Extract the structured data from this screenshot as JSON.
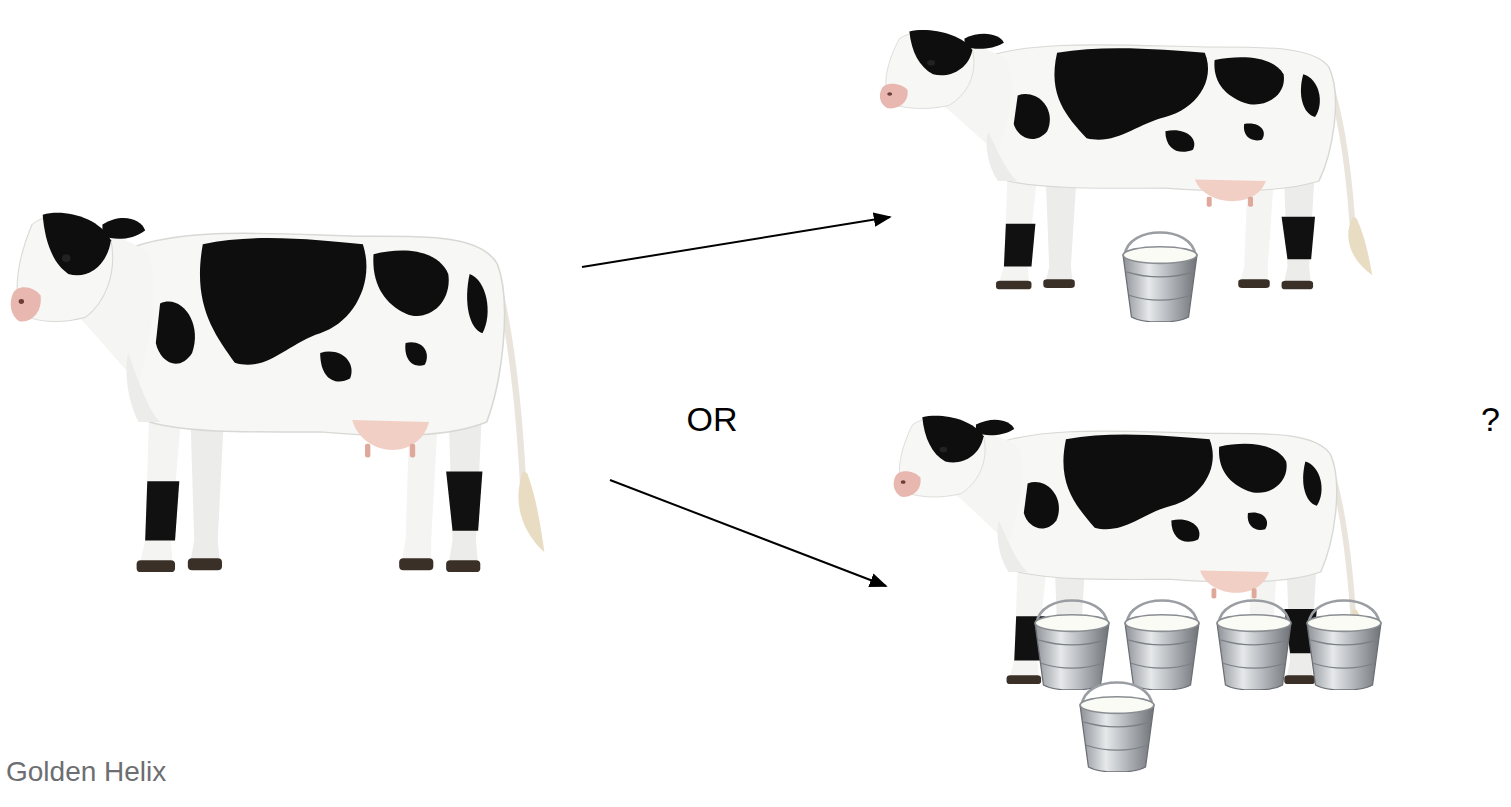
{
  "diagram": {
    "labels": [
      "OR",
      "?",
      "Golden Helix"
    ]
  }
}
